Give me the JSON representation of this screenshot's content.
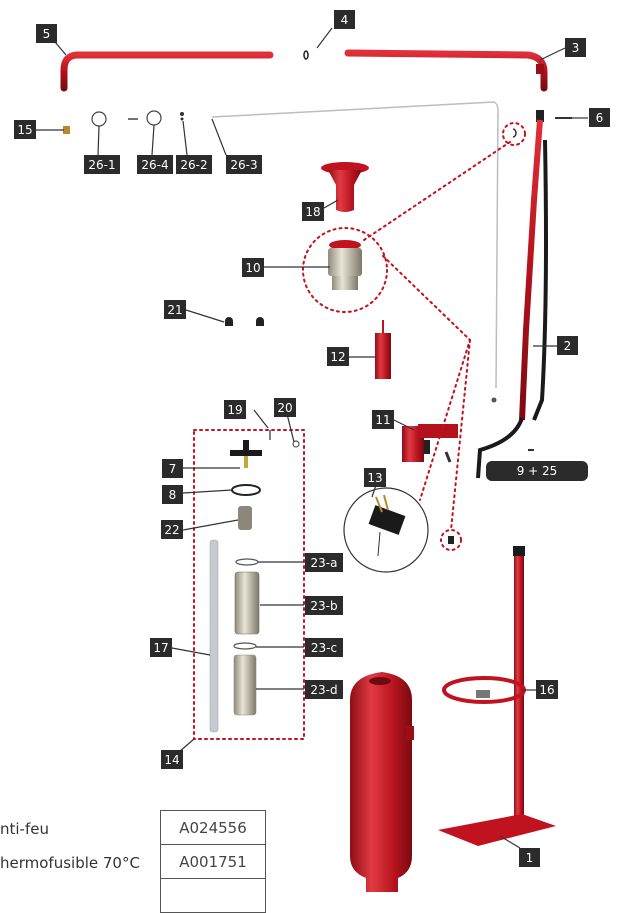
{
  "callouts": {
    "c1": "1",
    "c2": "2",
    "c3": "3",
    "c4": "4",
    "c5": "5",
    "c6": "6",
    "c7": "7",
    "c8": "8",
    "c9_25": "9 + 25",
    "c10": "10",
    "c11": "11",
    "c12": "12",
    "c13": "13",
    "c14": "14",
    "c15": "15",
    "c16": "16",
    "c17": "17",
    "c18": "18",
    "c19": "19",
    "c20": "20",
    "c21": "21",
    "c22": "22",
    "c23a": "23-a",
    "c23b": "23-b",
    "c23c": "23-c",
    "c23d": "23-d",
    "c26_1": "26-1",
    "c26_2": "26-2",
    "c26_3": "26-3",
    "c26_4": "26-4"
  },
  "legend": {
    "rows": [
      {
        "description": "nti-feu",
        "reference": "A024556"
      },
      {
        "description": "hermofusible 70°C",
        "reference": "A001751"
      },
      {
        "description": "",
        "reference": ""
      }
    ]
  },
  "colors": {
    "part_red": "#c1121f",
    "callout_bg": "#2b2b2b",
    "metal": "#c9c3b0"
  }
}
